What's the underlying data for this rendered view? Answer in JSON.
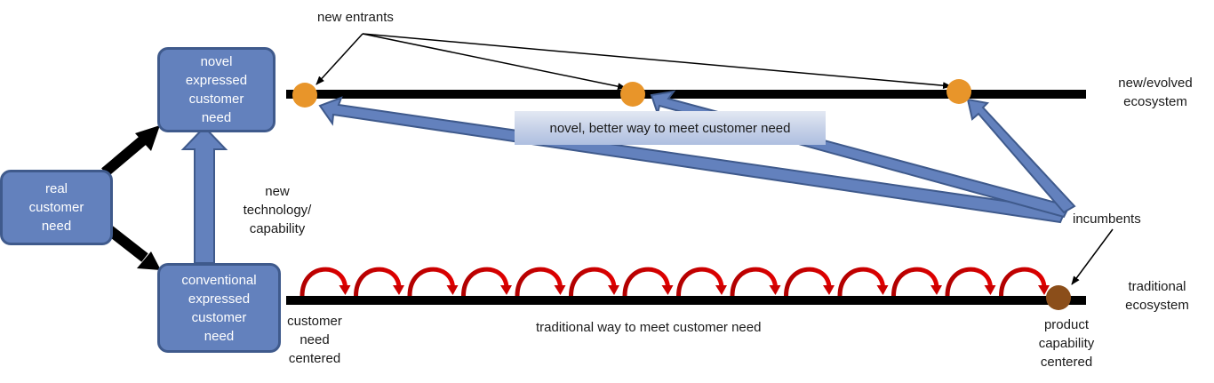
{
  "boxes": {
    "real_need": "real\ncustomer\nneed",
    "novel_need": "novel\nexpressed\ncustomer\nneed",
    "conventional_need": "conventional\nexpressed\ncustomer\nneed"
  },
  "labels": {
    "new_entrants": "new entrants",
    "new_technology": "new\ntechnology/\ncapability",
    "new_ecosystem": "new/evolved\necosystem",
    "incumbents": "incumbents",
    "traditional_ecosystem": "traditional\necosystem",
    "customer_need_centered": "customer\nneed\ncentered",
    "product_capability_centered": "product\ncapability\ncentered",
    "traditional_way": "traditional way to meet customer need",
    "novel_way": "novel, better way to meet customer need"
  },
  "colors": {
    "box_fill": "#6381bd",
    "box_border": "#3f5a8c",
    "entrant_dot": "#e8952a",
    "incumbent_dot": "#8b4e1a",
    "iteration_arrow": "#cc0000",
    "timeline": "#000000"
  },
  "iterations": 14,
  "new_entrant_count": 3
}
